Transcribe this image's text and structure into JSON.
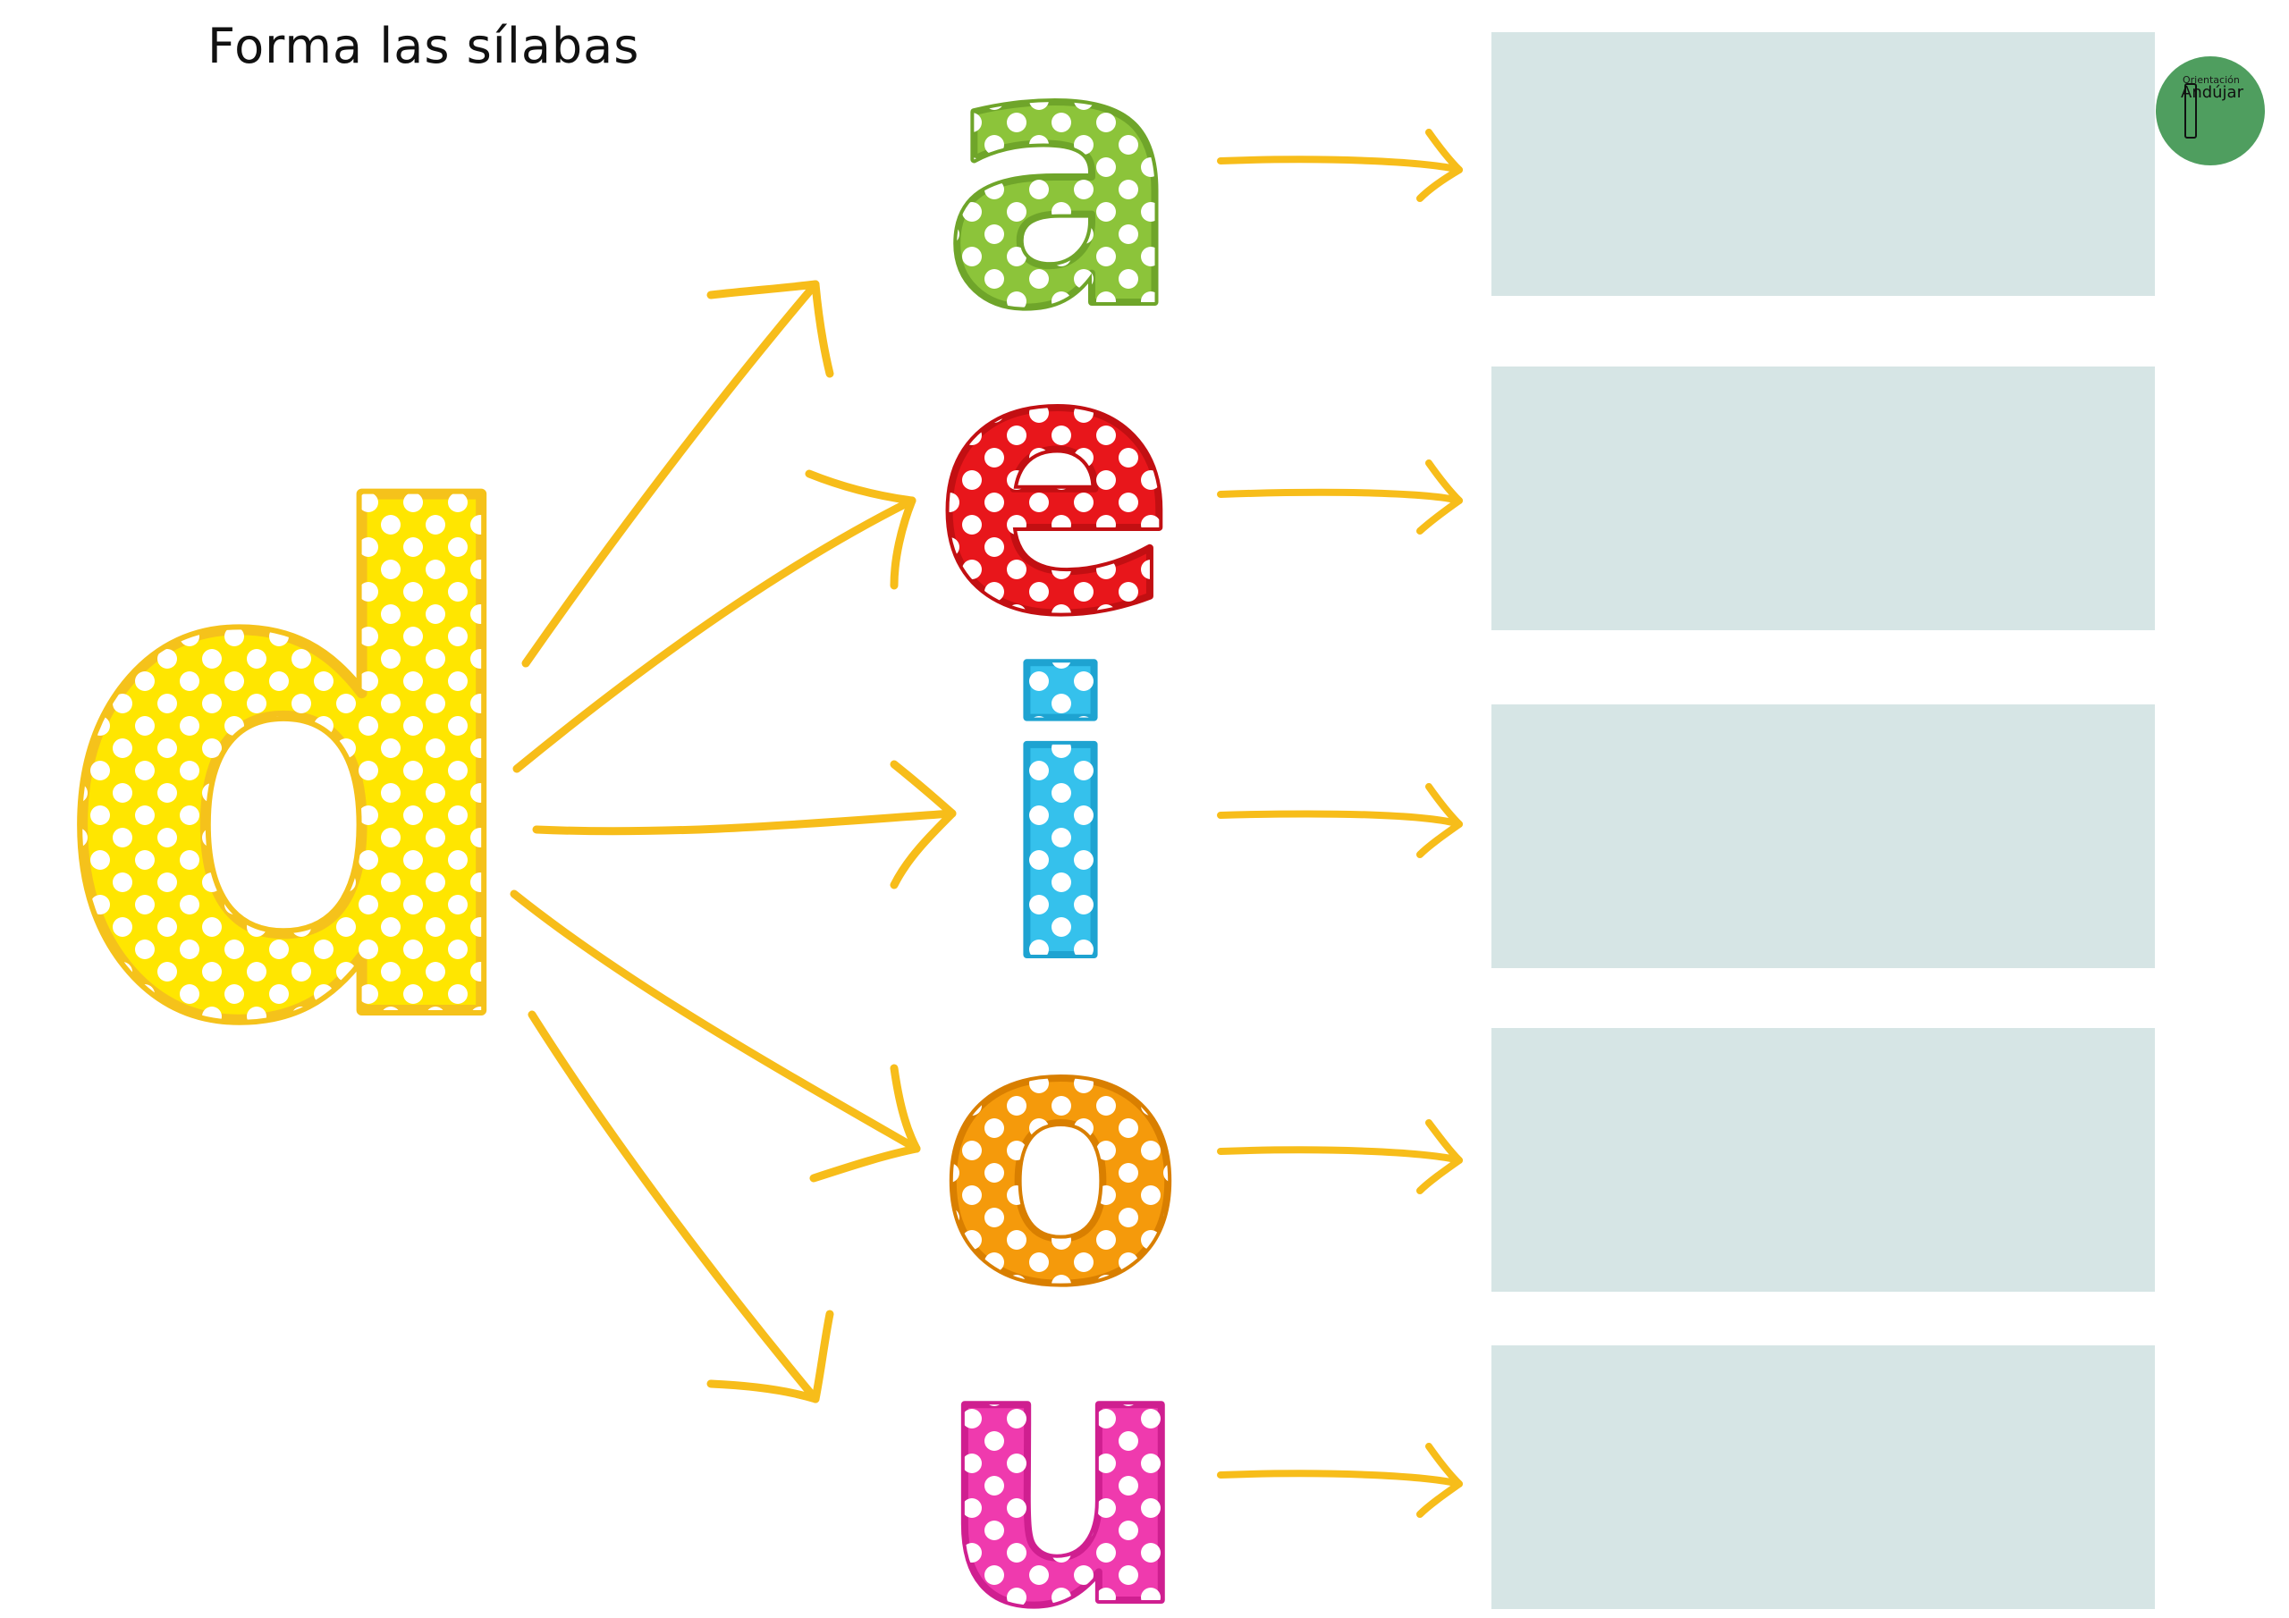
{
  "title": "Forma las sílabas",
  "logo": {
    "line1": "Orientación",
    "line2": "Andújar"
  },
  "consonant": {
    "letter": "d",
    "color": "#ffe600",
    "outline": "#f5c21b"
  },
  "vowels": [
    {
      "letter": "a",
      "color": "#8cc43a",
      "outline": "#6fa52a"
    },
    {
      "letter": "e",
      "color": "#e8161b",
      "outline": "#c20f12"
    },
    {
      "letter": "i",
      "color": "#35c1ec",
      "outline": "#1ea3d1"
    },
    {
      "letter": "o",
      "color": "#f59a0b",
      "outline": "#d97f00"
    },
    {
      "letter": "u",
      "color": "#ef3aae",
      "outline": "#cf1f90"
    }
  ],
  "arrow_color": "#f7bd1a",
  "answer_box_color": "#d6e5e5"
}
